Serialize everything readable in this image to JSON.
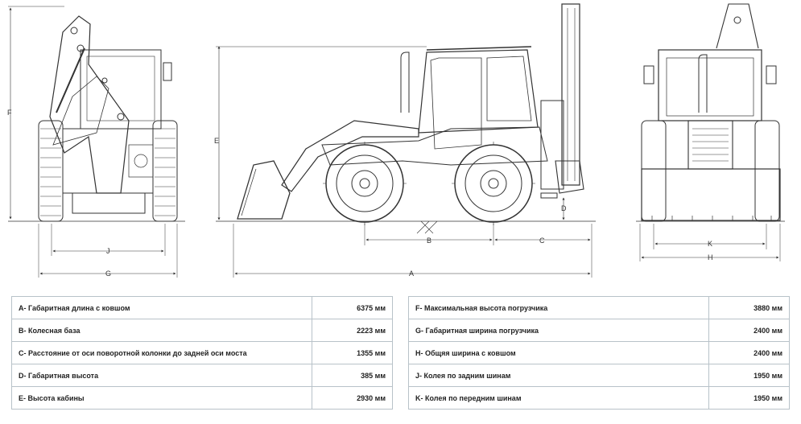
{
  "dimension_labels": {
    "A": "A",
    "B": "B",
    "C": "C",
    "D": "D",
    "E": "E",
    "F": "F",
    "G": "G",
    "H": "H",
    "J": "J",
    "K": "K"
  },
  "specs_left": [
    {
      "label": "A- Габаритная длина с ковшом",
      "value": "6375 мм"
    },
    {
      "label": "B- Колесная база",
      "value": "2223 мм"
    },
    {
      "label": "C- Расстояние от оси поворотной колонки до задней оси моста",
      "value": "1355 мм"
    },
    {
      "label": "D- Габаритная высота",
      "value": "385 мм"
    },
    {
      "label": "E- Высота кабины",
      "value": "2930 мм"
    }
  ],
  "specs_right": [
    {
      "label": "F- Максимальная высота погрузчика",
      "value": "3880 мм"
    },
    {
      "label": "G- Габаритная ширина погрузчика",
      "value": "2400 мм"
    },
    {
      "label": "H- Общяя ширина с ковшом",
      "value": "2400 мм"
    },
    {
      "label": "J- Колея по задним шинам",
      "value": "1950 мм"
    },
    {
      "label": "K- Колея по передним шинам",
      "value": "1950 мм"
    }
  ],
  "colors": {
    "line": "#333333",
    "table_border": "#b8c2c9"
  }
}
